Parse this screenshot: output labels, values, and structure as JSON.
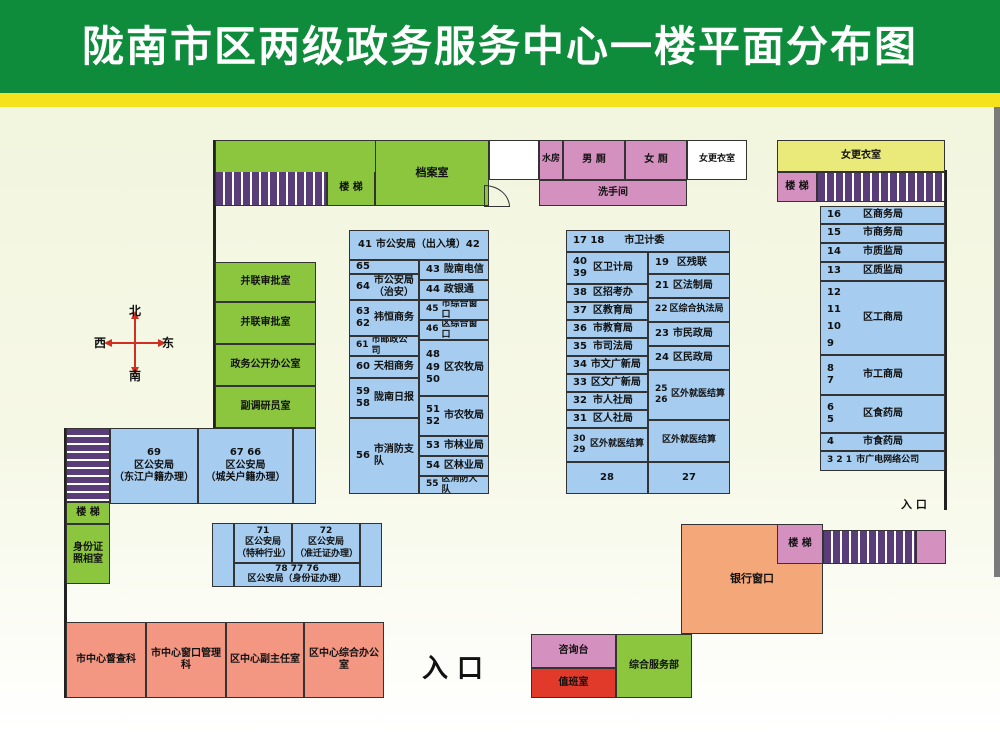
{
  "title": "陇南市区两级政务服务中心一楼平面分布图",
  "compass": {
    "north": "北",
    "south": "南",
    "west": "西",
    "east": "东"
  },
  "entrances": {
    "main": "入 口",
    "right": "入 口"
  },
  "colors": {
    "header": "#0e8c3c",
    "band": "#f4e21c",
    "green": "#8cc63f",
    "blue": "#a6cdf0",
    "pink": "#d490bf",
    "yellow": "#eaea7a",
    "red": "#f39783",
    "orange": "#f4a87a"
  },
  "top_rooms": {
    "stairs_label": "楼 梯",
    "archive": "档案室",
    "water": "水房",
    "men": "男 厕",
    "women": "女 厕",
    "wash": "洗手间",
    "female_locker1": "女更衣室",
    "female_locker2": "女更衣室",
    "stairs_right": "楼 梯"
  },
  "left_rooms": {
    "review1": "并联审批室",
    "review2": "并联审批室",
    "open_office": "政务公开办公室",
    "deputy_office": "副调研员室",
    "stairs": "楼 梯",
    "id_photo": "身份证照相室",
    "pb69_num": "69",
    "pb69_name": "区公安局",
    "pb69_sub": "（东江户籍办理）",
    "pb67_num": "67  66",
    "pb67_name": "区公安局",
    "pb67_sub": "（城关户籍办理）"
  },
  "bottom_left": {
    "supervision": "市中心督查科",
    "window_mgmt": "市中心窗口管理科",
    "deputy_director": "区中心副主任室",
    "general_office": "区中心综合办公室"
  },
  "ps_block": {
    "n71": "71",
    "n71_name": "区公安局",
    "n71_sub": "（特种行业）",
    "n72": "72",
    "n72_name": "区公安局",
    "n72_sub": "（准迁证办理）",
    "n78": "78   77   76",
    "n78_name": "区公安局（身份证办理）"
  },
  "block_a": [
    {
      "num": "41",
      "name": "市公安局（出入境）42"
    },
    {
      "num": "65",
      "name": ""
    },
    {
      "num": "43",
      "name": "陇南电信"
    },
    {
      "num": "64",
      "name": "市公安局（治安）"
    },
    {
      "num": "44",
      "name": "政银通"
    },
    {
      "num": "45",
      "name": "市综合窗口"
    },
    {
      "num": "63 62",
      "name": "祎恒商务"
    },
    {
      "num": "46",
      "name": "区综合窗口"
    },
    {
      "num": "61",
      "name": "市邮政公司"
    },
    {
      "num": "60",
      "name": "天相商务"
    },
    {
      "num": "48 49 50",
      "name": "区农牧局"
    },
    {
      "num": "59 58",
      "name": "陇南日报"
    },
    {
      "num": "51 52",
      "name": "市农牧局"
    },
    {
      "num": "56",
      "name": "市消防支队"
    },
    {
      "num": "53",
      "name": "市林业局"
    },
    {
      "num": "54",
      "name": "区林业局"
    },
    {
      "num": "55",
      "name": "区消防大队"
    }
  ],
  "block_b": [
    {
      "num": "17   18",
      "name": "市卫计委"
    },
    {
      "num": "40 39",
      "name": "区卫计局"
    },
    {
      "num": "19",
      "name": "区残联"
    },
    {
      "num": "38",
      "name": "区招考办"
    },
    {
      "num": "21",
      "name": "区法制局"
    },
    {
      "num": "37",
      "name": "区教育局"
    },
    {
      "num": "22",
      "name": "区综合执法局"
    },
    {
      "num": "36",
      "name": "市教育局"
    },
    {
      "num": "23",
      "name": "市民政局"
    },
    {
      "num": "35",
      "name": "市司法局"
    },
    {
      "num": "34",
      "name": "市文广新局"
    },
    {
      "num": "24",
      "name": "区民政局"
    },
    {
      "num": "33",
      "name": "区文广新局"
    },
    {
      "num": "32",
      "name": "市人社局"
    },
    {
      "num": "25 26",
      "name": "区外就医结算"
    },
    {
      "num": "31",
      "name": "区人社局"
    },
    {
      "num": "30 29",
      "name": "区外就医结算"
    },
    {
      "num": "",
      "name": "区外就医结算"
    },
    {
      "num": "28",
      "name": ""
    },
    {
      "num": "27",
      "name": ""
    }
  ],
  "block_c": [
    {
      "num": "16",
      "name": "区商务局"
    },
    {
      "num": "15",
      "name": "市商务局"
    },
    {
      "num": "14",
      "name": "市质监局"
    },
    {
      "num": "13",
      "name": "区质监局"
    },
    {
      "num": "12 11 10 9",
      "name": "区工商局"
    },
    {
      "num": "8 7",
      "name": "市工商局"
    },
    {
      "num": "6 5",
      "name": "区食药局"
    },
    {
      "num": "4",
      "name": "市食药局"
    },
    {
      "num": "3 2 1",
      "name": "市广电网络公司"
    }
  ],
  "bottom_right": {
    "bank": "银行窗口",
    "stairs": "楼 梯",
    "info": "咨询台",
    "duty": "值班室",
    "service": "综合服务部"
  }
}
